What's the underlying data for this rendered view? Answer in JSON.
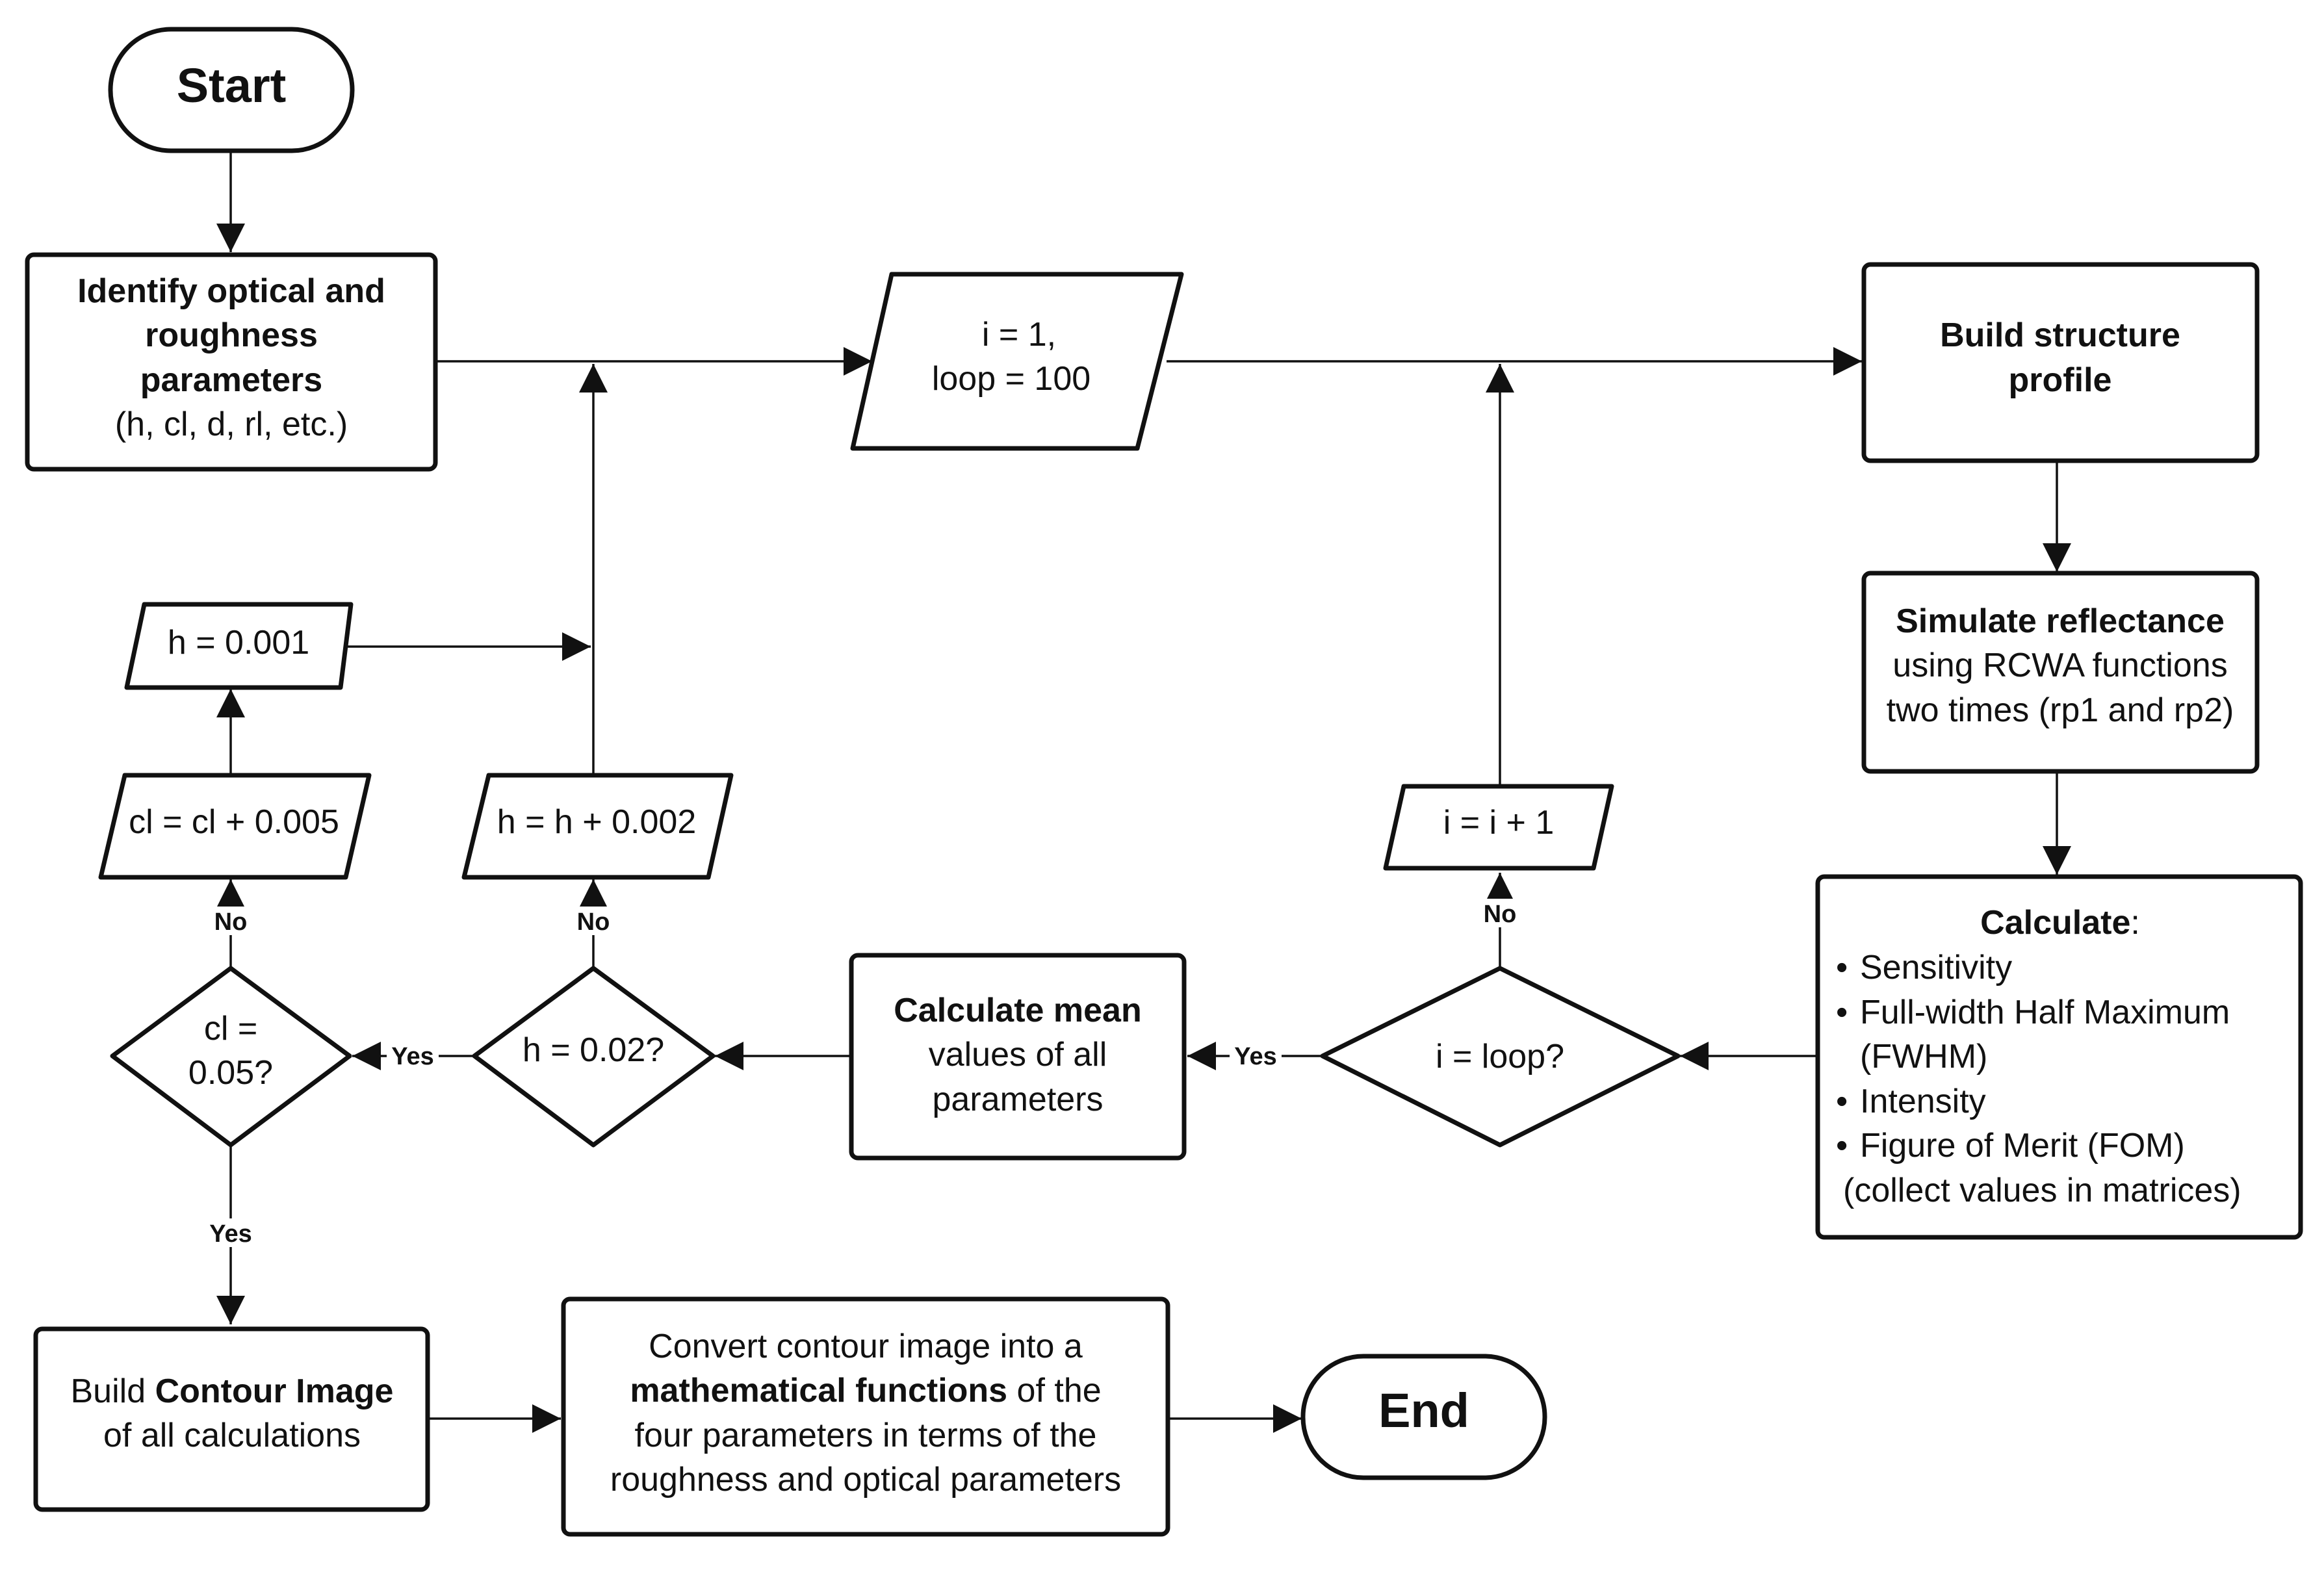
{
  "nodes": {
    "start": {
      "label": "Start"
    },
    "identify": {
      "line1": "Identify optical and",
      "line2": "roughness",
      "line3": "parameters",
      "line4": "(h, cl, d, rl, etc.)"
    },
    "init": {
      "line1": "i = 1,",
      "line2": "loop = 100"
    },
    "build_structure": {
      "line1": "Build structure",
      "line2": "profile"
    },
    "simulate": {
      "line1": "Simulate reflectance",
      "line2": "using RCWA functions",
      "line3": "two times (rp1 and rp2)"
    },
    "calculate": {
      "title": "Calculate",
      "colon": ":",
      "items": [
        "Sensitivity",
        "Full-width Half Maximum",
        "(FWHM)",
        "Intensity",
        "Figure of Merit (FOM)"
      ],
      "note": "(collect values in matrices)"
    },
    "i_loop": {
      "label": "i = loop?"
    },
    "i_inc": {
      "label": "i = i + 1"
    },
    "calc_mean": {
      "line1": "Calculate mean",
      "line2": "values of all",
      "line3": "parameters"
    },
    "h_check": {
      "label": "h = 0.02?"
    },
    "h_inc": {
      "label": "h = h + 0.002"
    },
    "cl_check": {
      "line1": "cl =",
      "line2": "0.05?"
    },
    "cl_inc": {
      "label": "cl = cl + 0.005"
    },
    "h_reset": {
      "label": "h = 0.001"
    },
    "contour": {
      "line1_pre": "Build ",
      "line1_bold": "Contour Image",
      "line2": "of all calculations"
    },
    "convert": {
      "line1": "Convert contour image into a",
      "line2_bold": "mathematical functions",
      "line2_post": " of the",
      "line3": "four parameters in terms of the",
      "line4": "roughness and optical parameters"
    },
    "end": {
      "label": "End"
    }
  },
  "edge_labels": {
    "yes_iloop": "Yes",
    "no_iloop": "No",
    "yes_h": "Yes",
    "no_h": "No",
    "yes_cl": "Yes",
    "no_cl": "No"
  }
}
